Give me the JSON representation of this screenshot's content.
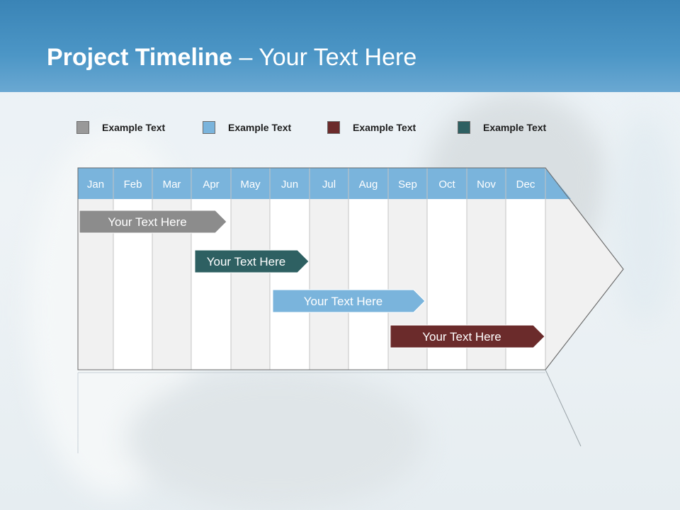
{
  "title": {
    "bold": "Project Timeline",
    "rest": " – Your Text Here"
  },
  "legend": [
    {
      "label": "Example Text",
      "color": "#999999"
    },
    {
      "label": "Example Text",
      "color": "#7ab4dc"
    },
    {
      "label": "Example Text",
      "color": "#6b2b2b"
    },
    {
      "label": "Example Text",
      "color": "#2e6062"
    }
  ],
  "months": [
    "Jan",
    "Feb",
    "Mar",
    "Apr",
    "May",
    "Jun",
    "Jul",
    "Aug",
    "Sep",
    "Oct",
    "Nov",
    "Dec"
  ],
  "tasks": [
    {
      "label": "Your  Text Here",
      "color": "#8c8c8c",
      "start_month": "Jan",
      "end_month": "Apr"
    },
    {
      "label": "Your  Text Here",
      "color": "#2e6062",
      "start_month": "Apr",
      "end_month": "Jun"
    },
    {
      "label": "Your  Text Here",
      "color": "#7ab4dc",
      "start_month": "Jun",
      "end_month": "Sep"
    },
    {
      "label": "Your  Text Here",
      "color": "#6b2b2b",
      "start_month": "Sep",
      "end_month": "Dec"
    }
  ],
  "colors": {
    "header": "#4c96c6",
    "month_bar": "#7ab4dc",
    "col_light": "#f1f1f1",
    "col_white": "#ffffff"
  }
}
